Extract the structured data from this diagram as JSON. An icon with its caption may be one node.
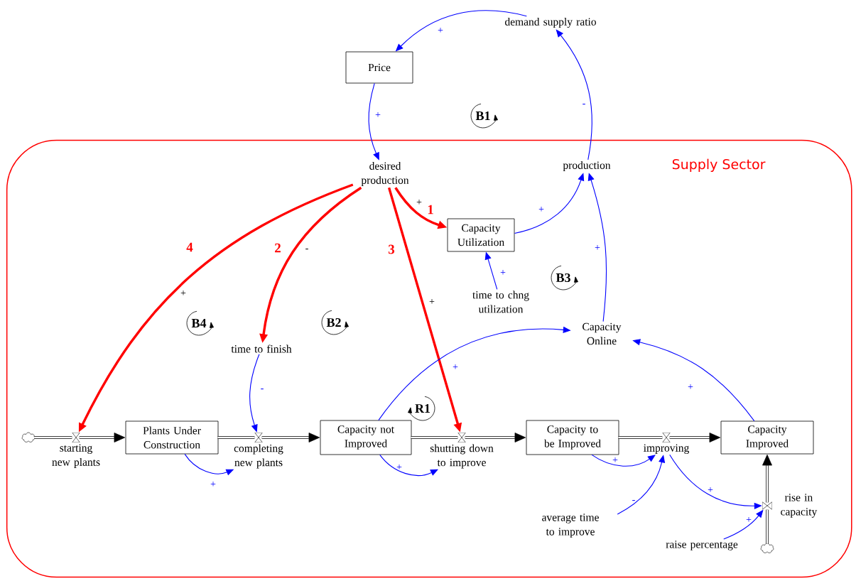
{
  "diagram": {
    "nodes": [
      {
        "text": [
          "Supply Sector"
        ]
      },
      {
        "text": [
          "demand supply ratio"
        ]
      },
      {
        "text": [
          "Price"
        ]
      },
      {
        "text": [
          "desired production"
        ],
        "in": 0
      },
      {
        "text": [
          "production"
        ],
        "in": 0
      },
      {
        "text": [
          "Capacity Utilization"
        ],
        "in": 0
      },
      {
        "text": [
          "time to chng utilization"
        ],
        "in": 0
      },
      {
        "text": [
          "time to finish"
        ],
        "in": 0
      },
      {
        "text": [
          "Capacity Online"
        ],
        "in": 0
      },
      {
        "text": [],
        "shape": "cloud",
        "in": 0
      },
      {
        "text": [
          "starting new plants"
        ],
        "in": 0
      },
      {
        "text": [
          "Plants Under Construction"
        ],
        "in": 0
      },
      {
        "text": [
          "completing new plants"
        ],
        "in": 0
      },
      {
        "text": [
          "Capacity not Improved"
        ],
        "in": 0
      },
      {
        "text": [
          "shutting down to improve"
        ],
        "in": 0
      },
      {
        "text": [
          "Capacity to be Improved"
        ],
        "in": 0
      },
      {
        "text": [
          "improving"
        ],
        "in": 0
      },
      {
        "text": [
          "Capacity Improved"
        ],
        "in": 0
      },
      {
        "text": [
          "rise in capacity"
        ],
        "in": 0
      },
      {
        "text": [
          "average time to improve"
        ],
        "in": 0
      },
      {
        "text": [
          "raise percentage"
        ],
        "in": 0
      },
      {
        "text": [],
        "shape": "cloud",
        "in": 0
      }
    ],
    "edges": [
      {
        "from": 1,
        "to": 2,
        "arrow": "to",
        "label": "+"
      },
      {
        "from": 2,
        "to": 3,
        "arrow": "to",
        "label": "+"
      },
      {
        "from": 4,
        "to": 1,
        "arrow": "to",
        "label": "-"
      },
      {
        "from": 3,
        "to": 5,
        "arrow": "to",
        "label": "+",
        "style": "thick",
        "color": "#ff0000"
      },
      {
        "from": 3,
        "to": 7,
        "arrow": "to",
        "label": "-",
        "style": "thick",
        "color": "#ff0000"
      },
      {
        "from": 3,
        "to": 14,
        "arrow": "to",
        "label": "+",
        "style": "thick",
        "color": "#ff0000"
      },
      {
        "from": 3,
        "to": 10,
        "arrow": "to",
        "label": "+",
        "style": "thick",
        "color": "#ff0000"
      },
      {
        "from": 5,
        "to": 4,
        "arrow": "to",
        "label": "+"
      },
      {
        "from": 8,
        "to": 4,
        "arrow": "to",
        "label": "+"
      },
      {
        "from": 6,
        "to": 5,
        "arrow": "to",
        "label": "+"
      },
      {
        "from": 7,
        "to": 12,
        "arrow": "to",
        "label": "-"
      },
      {
        "from": 13,
        "to": 8,
        "arrow": "to",
        "label": "+"
      },
      {
        "from": 17,
        "to": 8,
        "arrow": "to",
        "label": "+"
      },
      {
        "from": 11,
        "to": 12,
        "arrow": "to",
        "label": "+"
      },
      {
        "from": 13,
        "to": 14,
        "arrow": "to",
        "label": "+"
      },
      {
        "from": 15,
        "to": 16,
        "arrow": "to",
        "label": "+"
      },
      {
        "from": 19,
        "to": 16,
        "arrow": "to",
        "label": "-"
      },
      {
        "from": 16,
        "to": 18,
        "arrow": "to",
        "label": "+"
      },
      {
        "from": 20,
        "to": 18,
        "arrow": "to",
        "label": "+"
      },
      {
        "from": 9,
        "to": 10,
        "arrow": "none",
        "style": "thick",
        "color": "#000000"
      },
      {
        "from": 10,
        "to": 11,
        "arrow": "to",
        "style": "thick",
        "color": "#000000"
      },
      {
        "from": 11,
        "to": 12,
        "arrow": "none",
        "style": "thick",
        "color": "#000000"
      },
      {
        "from": 12,
        "to": 13,
        "arrow": "to",
        "style": "thick",
        "color": "#000000"
      },
      {
        "from": 13,
        "to": 14,
        "arrow": "none",
        "style": "thick",
        "color": "#000000"
      },
      {
        "from": 14,
        "to": 15,
        "arrow": "to",
        "style": "thick",
        "color": "#000000"
      },
      {
        "from": 15,
        "to": 16,
        "arrow": "none",
        "style": "thick",
        "color": "#000000"
      },
      {
        "from": 16,
        "to": 17,
        "arrow": "to",
        "style": "thick",
        "color": "#000000"
      },
      {
        "from": 21,
        "to": 18,
        "arrow": "none",
        "style": "thick",
        "color": "#000000"
      },
      {
        "from": 18,
        "to": 17,
        "arrow": "to",
        "style": "thick",
        "color": "#000000"
      }
    ],
    "labels": [
      "B1",
      "1",
      "4",
      "2",
      "3",
      "B3",
      "B4",
      "B2",
      "R1"
    ]
  }
}
